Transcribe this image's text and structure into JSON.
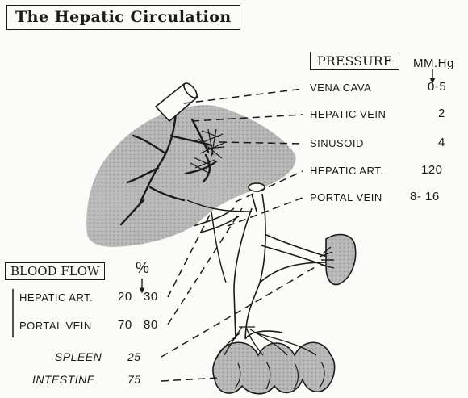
{
  "title": "The Hepatic Circulation",
  "pressure": {
    "heading": "PRESSURE",
    "unit": "MM.Hg",
    "rows": [
      {
        "label": "VENA CAVA",
        "value": "0·5"
      },
      {
        "label": "HEPATIC VEIN",
        "value": "2"
      },
      {
        "label": "SINUSOID",
        "value": "4"
      },
      {
        "label": "HEPATIC ART.",
        "value": "120"
      },
      {
        "label": "PORTAL VEIN",
        "value": "8- 16"
      }
    ]
  },
  "blood_flow": {
    "heading": "BLOOD FLOW",
    "unit": "%",
    "rows": [
      {
        "label": "HEPATIC ART.",
        "low": "20",
        "high": "30"
      },
      {
        "label": "PORTAL VEIN",
        "low": "70",
        "high": "80"
      }
    ]
  },
  "sources": [
    {
      "label": "SPLEEN",
      "value": "25"
    },
    {
      "label": "INTESTINE",
      "value": "75"
    }
  ]
}
